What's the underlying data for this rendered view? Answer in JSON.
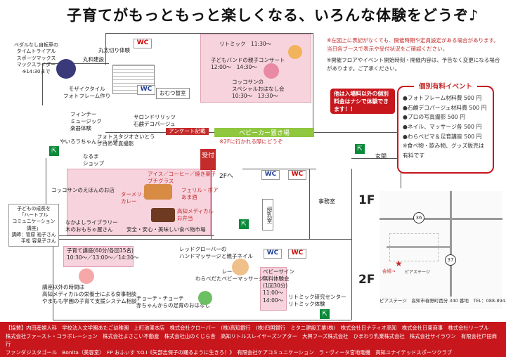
{
  "title": "子育てがもっともっと楽しくなる、いろんな体験をどうぞ♪",
  "notes": {
    "n1": "※左図上に表記がなくても、開催時期や定員設定がある場合があります。当日各ブースで表示や受付状況をご確認ください。",
    "n2": "※開催フロアやイベント開始時刻・開催内容は、予告なく変更になる場合があります。ご了承ください。"
  },
  "callout": {
    "text": "他は入場料以外の個別料金はナシで体験できます！！"
  },
  "paid": {
    "title": "個別有料イベント",
    "items": [
      "●フォトフレーム材料費 500 円",
      "●石鹸デコパージュ材料費 500 円",
      "●プロの写真撮影 500 円",
      "●ネイル、マッサージ各 500 円",
      "●わらべピマ＆足育講座 500 円",
      "※食べ物・飲み物、グッズ販売は有料です"
    ]
  },
  "booths": {
    "sports": "ベダルなし自転車の\nタイムトライアル\nスポーツマックス\nマックスライダー\n※14:30まで",
    "marukiri": "丸太切り体験",
    "marukenchiku": "丸和建設",
    "mosaic": "モザイクタイル\nフォトフレーム作り",
    "finchie": "フィンチー\nミュージック\n楽器体験",
    "yairo": "やいろラちゃんショップ",
    "photostudio": "フォトスタジオさいとう\nプロの写真撮影",
    "salon": "サロンドリリッツ\n石鹸デコパージュ",
    "naruna": "なるま\nショップ",
    "kokko": "コッコサンのえほんのお店",
    "nakayoshi": "なかよしライブラリー\n木のおもちゃ屋さん",
    "ice": "アイス／コーヒー／焼き菓子\nブチグラス",
    "turmeric": "ターメリック\nカレー",
    "ferris": "フェリル・ボア\nあま酒",
    "kochi_lunch": "高知メディカル\nお弁当",
    "safety": "安全・安心・美味しい食べ物市場",
    "rhythmic": "リトミック　11:30～",
    "concert": "子どもバンドの親子コンサート\n12:00～　14:30～",
    "kokko_story": "コッコサンの\nスペシャルおはなし会\n10:30～　13:30～",
    "omutsu": "おむつ替室",
    "survey": "アンケート記載",
    "stroller": "ベビーカー置き場",
    "stroller_note": "※2Fに行かれる際にどうぞ",
    "reception": "受付",
    "twoF": "2Fへ",
    "entrance": "玄関",
    "office": "事務室",
    "nursing": "授乳室",
    "lecture_team": "子どもの成長を\n「ハートフル\nコミュニケーション\n講座」\n講師：管原 裕子さん\n　　平松 容見子さん",
    "lecture_time": "子育て講座(60分/各回15名)\n10:30～／13:00～／14:30～",
    "lecture_bottom": "講座以外の時間は\n高知メディカルの栄養士による食事相談\nやまもも学園の子育て支援システム相談",
    "red_clover": "レッドクローバーの\nハンドマッサージと親子ネイル",
    "rere": "レーー\nわらべだたベビーマッサージ",
    "chojo": "チョーチ・チョーチ\n赤ちゃんからの足育のおはなし",
    "babysign": "ベビーサイン\n無料体験会\n(1回30分)\n11:00～\n14:00～",
    "rhythm_center": "リトミック研究センター\nリトミック体験"
  },
  "floors": {
    "f1": "1F",
    "f2": "2F"
  },
  "wc": "WC",
  "map": {
    "place": "会場→",
    "label": "ピアステージ",
    "address": "ピアステージ　高知市春野町西分 340 番地",
    "tel": "TEL：088-894-6767",
    "r36": "36",
    "r37": "37"
  },
  "footer": {
    "line1": "【協賛】内田産婦人科　学校法人文学園あたご幼稚園　上町池澤本店　株式会社クローバー　(株)高知銀行　(株)四国銀行　ミタニ建設工業(株)　株式会社日ナティオ高知　株式会社日東商事　株式会社リーブル",
    "line2": "株式会社ファースト・コラボレーション　株式会社よさこい不動産　株式会社山のくじら舎　高知リトルスレイヤーズンアター　大興フーズ株式会社　ひまわり乳業株式会社　株式会社サイラウン　有限会社戸田商行",
    "line3": "ファンダジスタゴール　Bonita（美容室）　FP おふぃす Y.O.I《矢部志保子の踊るように生きろ！》　有限会社ケアコミュニケーション　ラ・ヴィータ宮地電機　高知ユナイテッドスポーツクラブ"
  },
  "colors": {
    "pink": "#f7d3dd",
    "green": "#8fc73e",
    "red": "#c8161d"
  }
}
